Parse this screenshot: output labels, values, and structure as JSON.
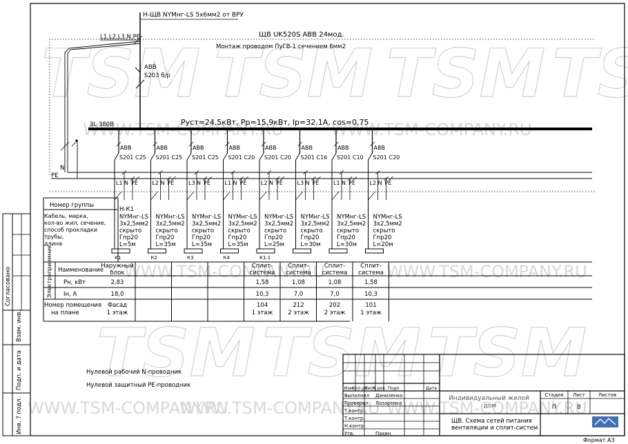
{
  "input_line": "Н-ЩВ  NYMнг-LS 5х6мм2 от ВРУ",
  "phase_label": "L1,L2,L3,N,PE",
  "panel_title": "ЩВ   UK520S  ABB  24мод.",
  "panel_note": "Монтаж проводом ПуГВ-1 сечением 6мм2",
  "main_breaker": {
    "brand": "ABB",
    "model": "S203 б/р"
  },
  "bus_label": "3L 380В",
  "summary": "Руст=24,5кВт,  Рр=15,9кВт,  Iр=32,1А,  cos=0,75",
  "n_label": "N",
  "pe_label": "PE",
  "groups": [
    {
      "brand": "ABB",
      "model": "S201",
      "rating": "C25",
      "phase": "L1",
      "n": "N",
      "pe": "PE",
      "name": "Н-К1",
      "cable": [
        "NYMнг-LS",
        "3х2,5мм2",
        "скрыто",
        "Гпр20",
        "L=5м"
      ],
      "tag": "К1"
    },
    {
      "brand": "ABB",
      "model": "S201",
      "rating": "C25",
      "phase": "L2",
      "n": "N",
      "pe": "PE",
      "name": "",
      "cable": [
        "NYMнг-LS",
        "3х2,5мм2",
        "скрыто",
        "Гпр20",
        "L=35м"
      ],
      "tag": "К2"
    },
    {
      "brand": "ABB",
      "model": "S201",
      "rating": "C25",
      "phase": "L3",
      "n": "N",
      "pe": "PE",
      "name": "",
      "cable": [
        "NYMнг-LS",
        "3х2,5мм2",
        "скрыто",
        "Гпр20",
        "L=35м"
      ],
      "tag": "К3"
    },
    {
      "brand": "ABB",
      "model": "S201",
      "rating": "C20",
      "phase": "L1",
      "n": "N",
      "pe": "PE",
      "name": "",
      "cable": [
        "NYMнг-LS",
        "3х2,5мм2",
        "скрыто",
        "Гпр20",
        "L=35м"
      ],
      "tag": "К4"
    },
    {
      "brand": "ABB",
      "model": "S201",
      "rating": "C20",
      "phase": "L2",
      "n": "N",
      "pe": "PE",
      "name": "",
      "cable": [
        "NYMнг-LS",
        "3х2,5мм2",
        "скрыто",
        "Гпр20",
        "L=25м"
      ],
      "tag": "К1.1"
    },
    {
      "brand": "ABB",
      "model": "S201",
      "rating": "C16",
      "phase": "L3",
      "n": "N",
      "pe": "PE",
      "name": "",
      "cable": [
        "NYMнг-LS",
        "3х2,5мм2",
        "скрыто",
        "Гпр20",
        "L=30м"
      ],
      "tag": ""
    },
    {
      "brand": "ABB",
      "model": "S201",
      "rating": "C10",
      "phase": "L1",
      "n": "N",
      "pe": "PE",
      "name": "",
      "cable": [
        "NYMнг-LS",
        "3х2,5мм2",
        "скрыто",
        "Гпр20",
        "L=30м"
      ],
      "tag": ""
    },
    {
      "brand": "ABB",
      "model": "S201",
      "rating": "C20",
      "phase": "L2",
      "n": "N",
      "pe": "PE",
      "name": "",
      "cable": [
        "NYMнг-LS",
        "3х2,5мм2",
        "скрыто",
        "Гпр20",
        "L=20м"
      ],
      "tag": ""
    }
  ],
  "table": {
    "row_group": "Номер группы",
    "row_cable": [
      "Кабель, марка,",
      "кол-во жил, сечение,",
      "способ прокладки",
      "трубы,",
      "длина"
    ],
    "side_label": "Электроприемник",
    "row_names": [
      "Наименование",
      "Рн, кВт",
      "Iн, А"
    ],
    "row_room": [
      "Номер помещения",
      "на плане"
    ],
    "cols": [
      {
        "name": [
          "Наружный",
          "блок"
        ],
        "p": "2,83",
        "i": "18,0",
        "room": [
          "Фасад",
          "1 этаж"
        ]
      },
      {
        "name": [
          "",
          ""
        ],
        "p": "",
        "i": "",
        "room": [
          "",
          ""
        ]
      },
      {
        "name": [
          "",
          ""
        ],
        "p": "",
        "i": "",
        "room": [
          "",
          ""
        ]
      },
      {
        "name": [
          "",
          ""
        ],
        "p": "",
        "i": "",
        "room": [
          "",
          ""
        ]
      },
      {
        "name": [
          "Сплит-",
          "система"
        ],
        "p": "1,58",
        "i": "10,3",
        "room": [
          "104",
          "1 этаж"
        ]
      },
      {
        "name": [
          "Сплит-",
          "система"
        ],
        "p": "1,08",
        "i": "7,0",
        "room": [
          "212",
          "2 этаж"
        ]
      },
      {
        "name": [
          "Сплит-",
          "система"
        ],
        "p": "1,08",
        "i": "7,0",
        "room": [
          "202",
          "2 этаж"
        ]
      },
      {
        "name": [
          "Сплит-",
          "система"
        ],
        "p": "1,58",
        "i": "10,3",
        "room": [
          "101",
          "1 этаж"
        ]
      }
    ]
  },
  "legend": [
    "Нулевой рабочий N-проводник",
    "Нулевой защитный PE-проводник"
  ],
  "side_stamp": [
    "Согласовано",
    "Взам. инв.",
    "Подп. и дата",
    "Инв. ? подл."
  ],
  "title_block": {
    "header": [
      "Изм.",
      "Кол.уч",
      "Лист",
      "N док.",
      "Подп.",
      "Дата"
    ],
    "roles": [
      {
        "role": "Выполнил",
        "name": "Даниленко"
      },
      {
        "role": "Проверил",
        "name": "Лазаренко"
      },
      {
        "role": "Т.контр.",
        "name": ""
      },
      {
        "role": "Т.контр.",
        "name": ""
      },
      {
        "role": "Н.контр.",
        "name": ""
      },
      {
        "role": "Утв.",
        "name": "Пахин"
      }
    ],
    "project": [
      "Индивидуальный жилой",
      "дом"
    ],
    "stage_label": "Стадия",
    "sheet_label": "Лист",
    "sheets_label": "Листов",
    "stage": "П",
    "sheet": "8",
    "sheets": "",
    "drawing_title": [
      "ЩВ. Схема сетей питания",
      "вентиляции  и  сплит-систем"
    ]
  },
  "format": "Формат  А3",
  "watermark": {
    "logo": "TSM",
    "url": "WWW.TSM-COMPANY.RU"
  }
}
